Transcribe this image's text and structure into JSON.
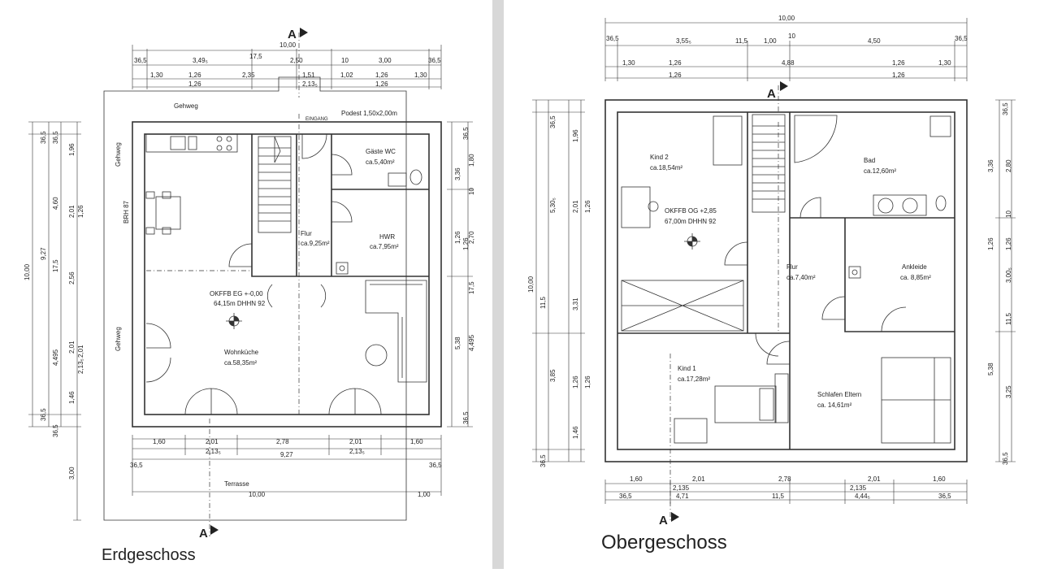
{
  "titles": {
    "ground": "Erdgeschoss",
    "upper": "Obergeschoss",
    "section": "A"
  },
  "ground": {
    "rooms": {
      "gehweg_top": "Gehweg",
      "gehweg_left1": "Gehweg",
      "gehweg_left2": "Gehweg",
      "brh": "BRH 87",
      "podest": "Podest 1,50x2,00m",
      "eingang": "EINGANG",
      "gaeste_name": "Gäste WC",
      "gaeste_area": "ca.5,40m²",
      "hwr_name": "HWR",
      "hwr_area": "ca.7,95m²",
      "flur_name": "Flur",
      "flur_area": "ca.9,25m²",
      "okffb1": "OKFFB EG +-0,00",
      "okffb2": "64,15m DHHN 92",
      "wohn_name": "Wohnküche",
      "wohn_area": "ca.58,35m²",
      "terrasse": "Terrasse"
    },
    "dims": {
      "top0": "10,00",
      "top1": [
        "36,5",
        "3,49₅",
        "17,5",
        "2,50",
        "10",
        "3,00",
        "36,5"
      ],
      "top2": [
        "1,30",
        "1,26",
        "2,35",
        "1,51",
        "1,02",
        "1,26",
        "1,30"
      ],
      "top3": [
        "1,26",
        "2,13₅",
        "1,26"
      ],
      "left1": [
        "10,00"
      ],
      "left2": [
        "9,27",
        "17,5",
        "4,495",
        "36,5",
        "36,5"
      ],
      "left3": [
        "36,5",
        "4,60",
        "2,56",
        "2,01",
        "1,46"
      ],
      "left4": [
        "36,5",
        "1,96",
        "2,01",
        "1,26",
        "2,01",
        "2,13₅"
      ],
      "left5": [
        "3,00"
      ],
      "right1": [
        "36,5",
        "1,80",
        "10",
        "2,70",
        "17,5",
        "4,495",
        "36,5"
      ],
      "right2": [
        "3,36",
        "1,26",
        "1,26",
        "5,38"
      ],
      "bottom1": [
        "1,60",
        "2,01",
        "2,78",
        "2,01",
        "1,60"
      ],
      "bottom2": [
        "2,13₅",
        "2,13₅"
      ],
      "bottom3": [
        "36,5",
        "9,27",
        "36,5"
      ],
      "bottom4": [
        "10,00",
        "1,00"
      ]
    }
  },
  "upper": {
    "rooms": {
      "kind2_name": "Kind 2",
      "kind2_area": "ca.18,54m²",
      "okffb1": "OKFFB OG +2,85",
      "okffb2": "67,00m DHHN 92",
      "bad_name": "Bad",
      "bad_area": "ca.12,60m²",
      "flur_name": "Flur",
      "flur_area": "ca.7,40m²",
      "ankleide_name": "Ankleide",
      "ankleide_area": "ca. 8,85m²",
      "kind1_name": "Kind 1",
      "kind1_area": "ca.17,28m²",
      "schlafen_name": "Schlafen Eltern",
      "schlafen_area": "ca. 14,61m²"
    },
    "dims": {
      "top0": "10,00",
      "top1": [
        "36,5",
        "3,55₅",
        "11,5",
        "1,00",
        "10",
        "4,50",
        "36,5"
      ],
      "top2": [
        "1,30",
        "1,26",
        "4,88",
        "1,26",
        "1,30"
      ],
      "top3": [
        "1,26",
        "1,26"
      ],
      "left1": [
        "10,00"
      ],
      "left2": [
        "36,5",
        "5,30₅",
        "11,5",
        "3,85",
        "36,5"
      ],
      "left3": [
        "1,96",
        "2,01",
        "3,31",
        "1,26",
        "1,46"
      ],
      "left4": [
        "1,26",
        "1,26"
      ],
      "right1": [
        "36,5",
        "3,36",
        "1,26",
        "5,38",
        "36,5"
      ],
      "right2": [
        "2,80",
        "10",
        "1,26",
        "3,00₅",
        "11,5",
        "3,25"
      ],
      "bottom1": [
        "1,60",
        "2,01",
        "2,78",
        "2,01",
        "1,60"
      ],
      "bottom2": [
        "2,135",
        "2,135"
      ],
      "bottom3": [
        "36,5",
        "4,71",
        "11,5",
        "4,44₅",
        "36,5"
      ]
    }
  }
}
